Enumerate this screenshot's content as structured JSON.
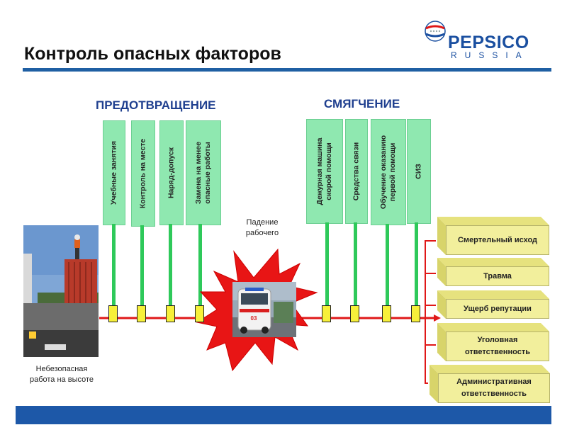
{
  "header": {
    "title": "Контроль опасных факторов",
    "logo_word": "PEPSICO",
    "logo_sub": "RUSSIA"
  },
  "sections": {
    "prevention": "ПРЕДОТВРАЩЕНИЕ",
    "mitigation": "СМЯГЧЕНИЕ"
  },
  "prevention_items": [
    "Учебные занятия",
    "Контроль на месте",
    "Наряд-допуск",
    "Замена на менее опасные работы"
  ],
  "mitigation_items": [
    "Дежурная машина скорой помощи",
    "Средства связи",
    "Обучение оказанию первой помощи",
    "СИЗ"
  ],
  "event_label": "Падение рабочего",
  "hazard_label": "Небезопасная работа на высоте",
  "outcomes": [
    "Смертельный исход",
    "Травма",
    "Ущерб репутации",
    "Уголовная ответственность",
    "Административная ответственность"
  ],
  "colors": {
    "accent_blue": "#1f5fa3",
    "barrier_green": "#8fe8b0",
    "stem_green": "#2ec95a",
    "node_yellow": "#f7f03a",
    "flow_red": "#e01818",
    "outcome_yellow": "#f2ef9c"
  }
}
